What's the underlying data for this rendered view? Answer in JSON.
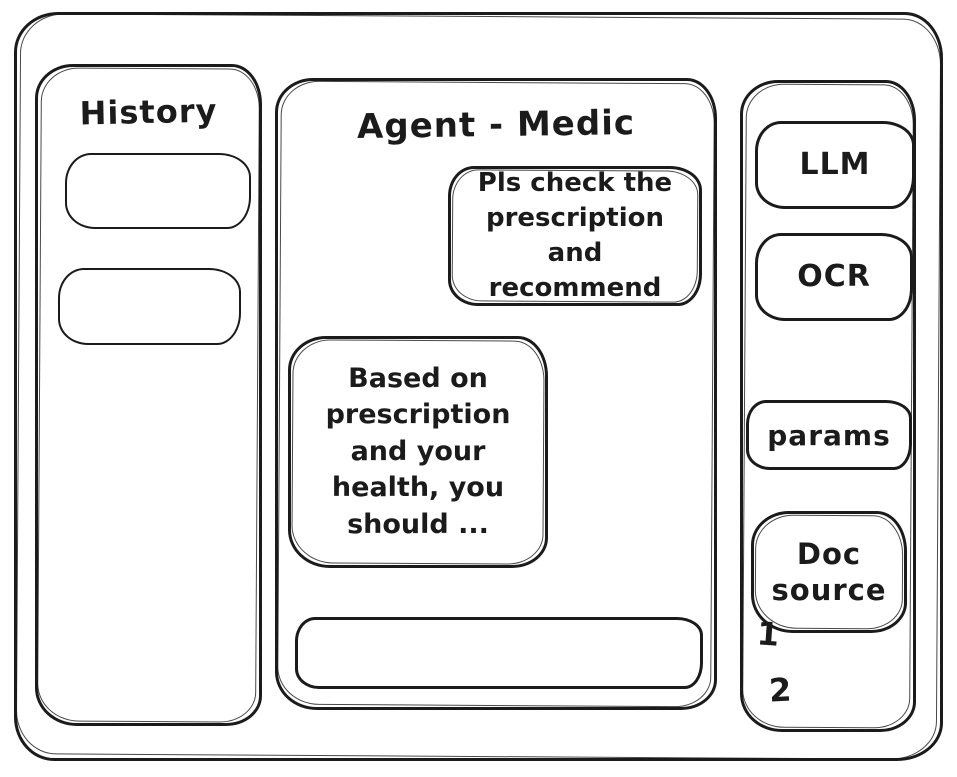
{
  "colors": {
    "background": "#ffffff",
    "stroke": "#1b1b1b",
    "text": "#1b1b1b"
  },
  "history_panel": {
    "title": "History",
    "items": [
      {
        "label": ""
      },
      {
        "label": ""
      }
    ]
  },
  "chat_panel": {
    "title": "Agent - Medic",
    "messages": [
      {
        "role": "user",
        "text": "Pls check the prescription and recommend"
      },
      {
        "role": "assistant",
        "text": "Based on prescription and your health, you should ..."
      }
    ],
    "input_value": ""
  },
  "tools_panel": {
    "buttons": [
      {
        "label": "LLM"
      },
      {
        "label": "OCR"
      },
      {
        "label": "params"
      },
      {
        "label": "Doc source"
      }
    ],
    "doc_source_items": [
      "1",
      "2"
    ]
  }
}
